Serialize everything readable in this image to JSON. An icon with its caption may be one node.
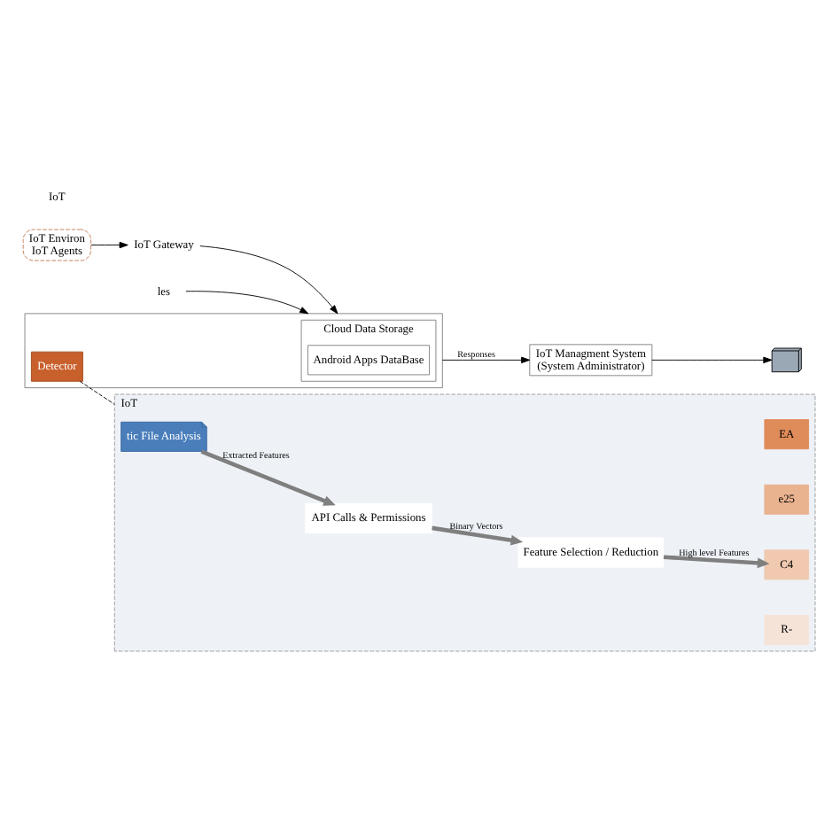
{
  "diagram": {
    "nodes": [
      {
        "text": [
          "les"
        ]
      },
      {
        "text": [],
        "shape": "box"
      },
      {
        "text": [
          "Cloud Data Storage"
        ],
        "in": 1
      },
      {
        "text": [
          "Android Apps DataBase"
        ],
        "in": 2
      },
      {
        "text": [
          "Detector"
        ],
        "in": 1
      },
      {
        "text": [
          "IoT Gateway"
        ]
      },
      {
        "text": [
          "IoT Environ",
          "IoT Agents"
        ]
      },
      {
        "text": [],
        "shape": "picture"
      },
      {
        "text": [
          "IoT Managment System",
          "(System Administrator)"
        ]
      },
      {
        "text": [
          "IoT"
        ]
      },
      {
        "text": [
          "tic File Analysis"
        ],
        "in": 9
      },
      {
        "text": [
          "API Calls & Permissions"
        ],
        "in": 9
      },
      {
        "text": [
          "Feature Selection / Reduction"
        ],
        "in": 9
      },
      {
        "text": [
          "R-"
        ],
        "in": 9
      },
      {
        "text": [
          "C4"
        ],
        "in": 9
      },
      {
        "text": [
          "e25"
        ],
        "in": 9
      },
      {
        "text": [
          "EA"
        ],
        "in": 9
      }
    ],
    "edges": [
      {
        "from": 0,
        "to": 1,
        "arrow": "to"
      },
      {
        "from": 6,
        "to": 5,
        "arrow": "to"
      },
      {
        "from": 5,
        "to": 1,
        "arrow": "to"
      },
      {
        "from": 1,
        "to": 8,
        "label": "Responses",
        "arrow": "to"
      },
      {
        "from": 8,
        "to": 7,
        "arrow": "to"
      },
      {
        "from": 4,
        "to": 9,
        "arrow": "none",
        "style": "dashed"
      },
      {
        "from": 10,
        "to": 11,
        "label": "Extracted Features",
        "arrow": "to",
        "style": "thick",
        "color": "#7f7f7f"
      },
      {
        "from": 11,
        "to": 12,
        "label": "Binary Vectors",
        "arrow": "to",
        "style": "thick",
        "color": "#7f7f7f"
      },
      {
        "from": 12,
        "to": 14,
        "label": "High level Features",
        "arrow": "to",
        "style": "thick",
        "color": "#7f7f7f"
      }
    ],
    "labels": [
      "IoT"
    ]
  }
}
